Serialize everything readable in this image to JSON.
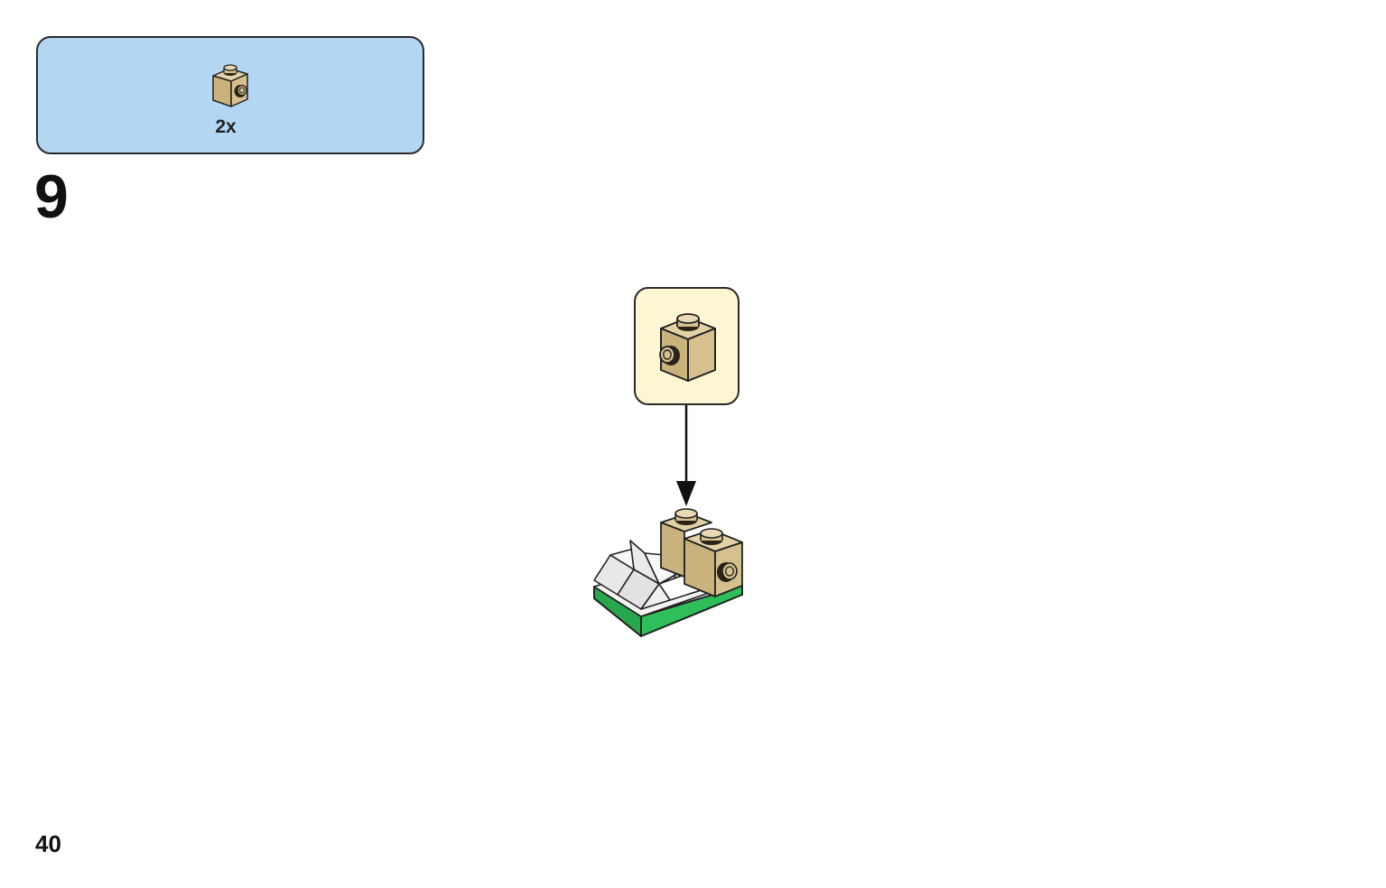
{
  "parts_list": {
    "quantity": "2x",
    "part_icon": "tan-1x1-brick-with-side-stud-icon",
    "box_color": "#b3d6f3"
  },
  "step": {
    "number": "9"
  },
  "callout": {
    "part_icon": "tan-1x1-brick-with-side-stud-icon",
    "box_color": "#fdf6d2"
  },
  "colors": {
    "tan": "#d6c08e",
    "green": "#2fbf5a",
    "white_slope": "#f2f2f2"
  },
  "page": {
    "number": "40"
  }
}
